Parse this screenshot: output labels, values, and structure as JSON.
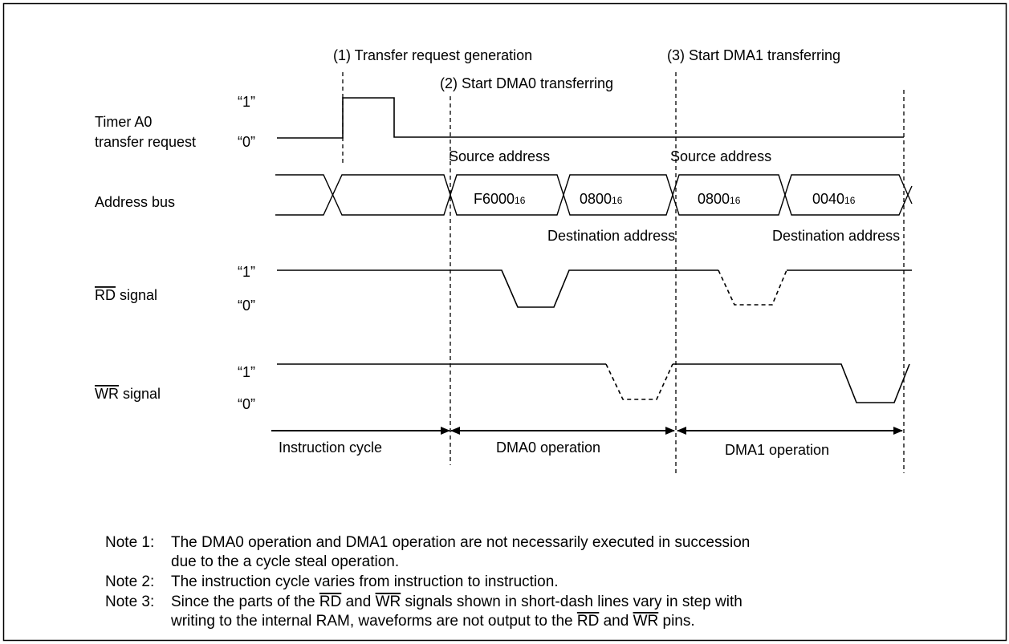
{
  "events": {
    "e1": "(1) Transfer request generation",
    "e2": "(2) Start DMA0 transferring",
    "e3": "(3) Start DMA1 transferring"
  },
  "signals": {
    "timer_line1": "Timer A0",
    "timer_line2": "transfer request",
    "address_bus": "Address bus",
    "rd_bar": "RD",
    "rd_rest": " signal",
    "wr_bar": "WR",
    "wr_rest": " signal"
  },
  "levels": {
    "one": "“1”",
    "zero": "“0”"
  },
  "address": {
    "source_label": "Source address",
    "dest_label": "Destination address",
    "values": [
      {
        "main": "F6000",
        "sub": "16"
      },
      {
        "main": "0800",
        "sub": "16"
      },
      {
        "main": "0800",
        "sub": "16"
      },
      {
        "main": "0040",
        "sub": "16"
      }
    ]
  },
  "phases": {
    "instruction": "Instruction cycle",
    "dma0": "DMA0 operation",
    "dma1": "DMA1 operation"
  },
  "notes": {
    "n1_label": "Note 1:",
    "n1_a": "The DMA0 operation and DMA1 operation are not necessarily executed in succession",
    "n1_b": "due to the a cycle steal operation.",
    "n2_label": "Note 2:",
    "n2": "The instruction cycle varies from instruction to instruction.",
    "n3_label": "Note 3:",
    "n3_a1": "Since the parts of the ",
    "n3_rd": "RD",
    "n3_a2": " and ",
    "n3_wr": "WR",
    "n3_a3": " signals shown in short-dash lines vary in step with",
    "n3_b1": "writing to the internal RAM, waveforms are not output to the ",
    "n3_rd2": "RD",
    "n3_b2": " and ",
    "n3_wr2": "WR",
    "n3_b3": " pins."
  }
}
